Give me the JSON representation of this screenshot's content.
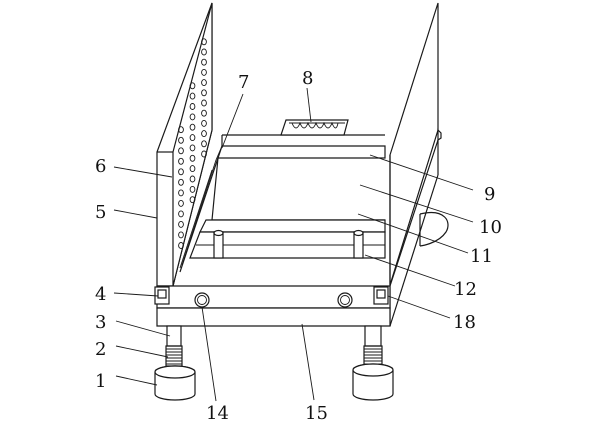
{
  "labels": {
    "l1": "1",
    "l2": "2",
    "l3": "3",
    "l4": "4",
    "l5": "5",
    "l6": "6",
    "l7": "7",
    "l8": "8",
    "l9": "9",
    "l10": "10",
    "l11": "11",
    "l12": "12",
    "l14": "14",
    "l15": "15",
    "l18": "18"
  }
}
